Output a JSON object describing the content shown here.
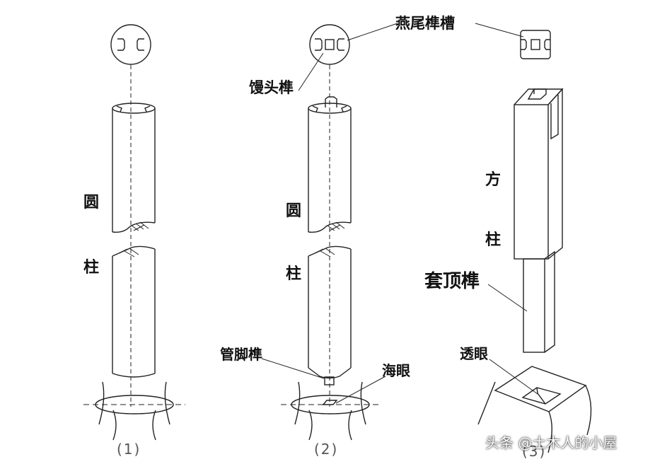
{
  "figure_labels": {
    "fig1_number": "(1)",
    "fig2_number": "(2)",
    "fig3_number": "(3)"
  },
  "parts": {
    "round_column_fig1_char1": "圆",
    "round_column_fig1_char2": "柱",
    "round_column_fig2_char1": "圆",
    "round_column_fig2_char2": "柱",
    "dovetail_mortise": "燕尾榫槽",
    "mantou_tenon": "馒头榫",
    "guanjiao_tenon": "管脚榫",
    "haiyan_hole": "海眼",
    "square_column_char1": "方",
    "square_column_char2": "柱",
    "taoding_tenon": "套顶榫",
    "touyan_hole": "透眼"
  },
  "watermark": "头条 @土木人的小屋",
  "colors": {
    "line": "#222222",
    "text": "#111111",
    "background": "#ffffff"
  }
}
